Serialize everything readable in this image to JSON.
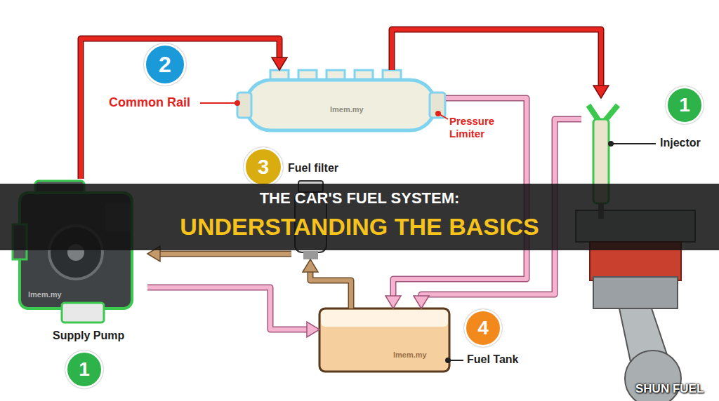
{
  "diagram": {
    "title": "THE CAR'S FUEL SYSTEM:",
    "nodes": [
      {
        "text": [
          "Supply Pump"
        ]
      },
      {
        "text": [
          "Common Rail"
        ]
      },
      {
        "text": [
          "Fuel filter"
        ]
      },
      {
        "text": [
          "Fuel Tank"
        ]
      },
      {
        "text": [
          "Injector"
        ]
      }
    ],
    "edges": [
      {
        "from": 3,
        "to": 2,
        "arrow": "to"
      },
      {
        "from": 2,
        "to": 0,
        "arrow": "to"
      },
      {
        "from": 0,
        "to": 1,
        "arrow": "to"
      },
      {
        "from": 1,
        "to": 4,
        "arrow": "to"
      },
      {
        "from": 4,
        "to": 3,
        "arrow": "to"
      },
      {
        "from": 1,
        "to": 3,
        "arrow": "to"
      },
      {
        "from": 0,
        "to": 3,
        "arrow": "to"
      }
    ],
    "labels": [
      "Pressure Limiter",
      "1",
      "2",
      "3",
      "4",
      "1",
      "UNDERSTANDING THE BASICS",
      "SHUN FUEL",
      "lmem.my",
      "lmem.my",
      "lmem.my"
    ]
  }
}
